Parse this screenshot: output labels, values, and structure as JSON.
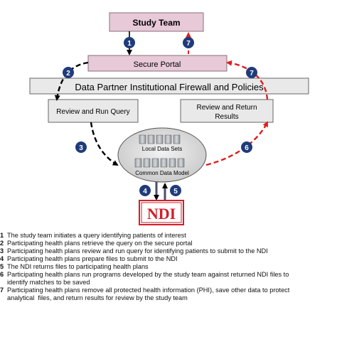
{
  "colors": {
    "box_fill": "#e7c9d8",
    "box_stroke": "#8a6f7d",
    "bar_fill": "#e9e9e9",
    "circle_fill": "#1f3b7a",
    "red_arrow": "#e01e1e",
    "black_arrow": "#000000",
    "ndi_red": "#d11f2a",
    "cloud_fill": "#d9d9d9"
  },
  "nodes": {
    "study_team": "Study Team",
    "secure_portal": "Secure Portal",
    "firewall": "Data Partner Institutional Firewall and Policies",
    "review_query": "Review and Run Query",
    "review_return_line1": "Review and Return",
    "review_return_line2": "Results",
    "local_data_sets": "Local Data Sets",
    "common_data_model": "Common Data Model",
    "ndi_logo": "NDI"
  },
  "step_badges": [
    "1",
    "2",
    "3",
    "4",
    "5",
    "6",
    "7",
    "7"
  ],
  "legend": [
    {
      "num": "1",
      "text": "The study team initiates a query identifying patients of interest"
    },
    {
      "num": "2",
      "text": "Participating health plans retrieve the query on the secure portal"
    },
    {
      "num": "3",
      "text": "Participating health plans review and run query for identifying patients to submit to the NDI"
    },
    {
      "num": "4",
      "text": "Participating health plans prepare files to submit to the NDI"
    },
    {
      "num": "5",
      "text": "The NDI returns files to participating health plans"
    },
    {
      "num": "6",
      "text": "Participating health plans run programs developed by the study team against returned NDI files to\nidentify matches to be saved"
    },
    {
      "num": "7",
      "text": "Participating health plans remove all protected health information (PHI), save other data to protect\nanalytical  files, and return results for review by the study team"
    }
  ]
}
